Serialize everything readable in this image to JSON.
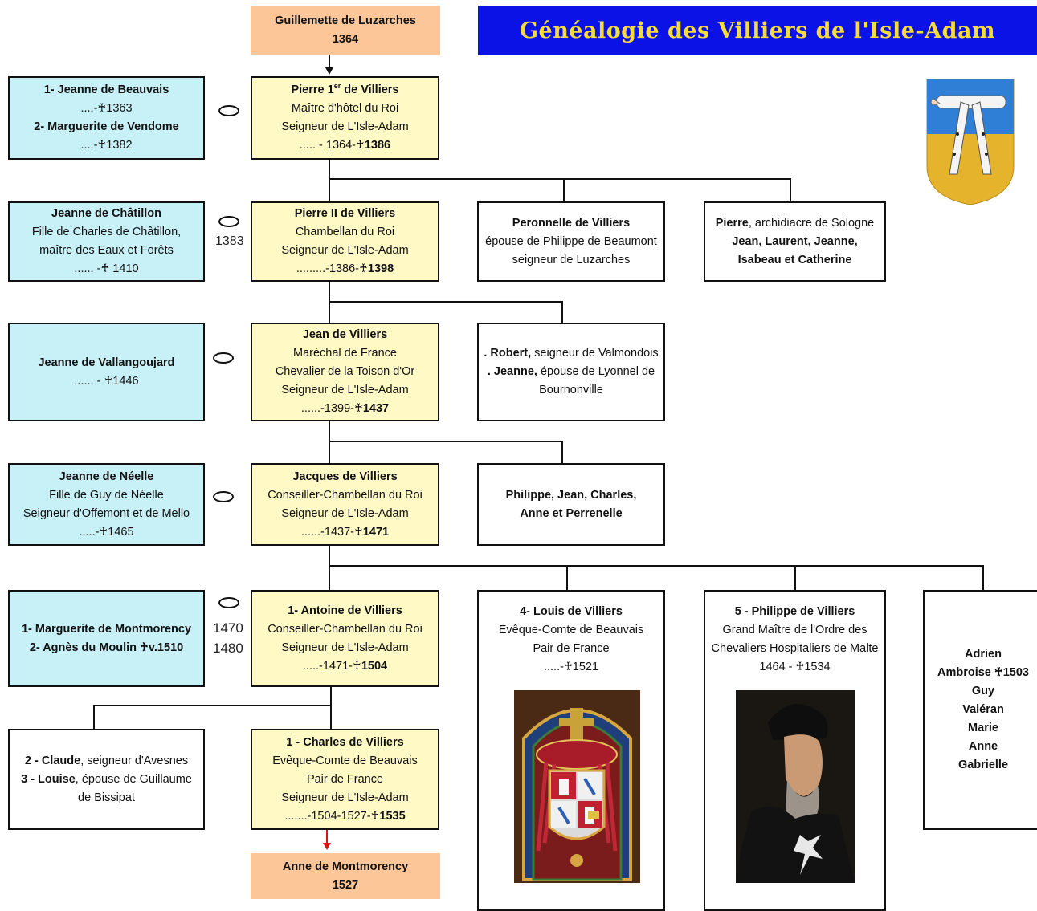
{
  "title": "Généalogie des Villiers de l'Isle-Adam",
  "top_ancestor": {
    "name": "Guillemette de Luzarches",
    "year": "1364"
  },
  "bottom_spouse": {
    "name": "Anne de Montmorency",
    "year": "1527"
  },
  "gen1": {
    "spouse": {
      "l1": "1- Jeanne de Beauvais",
      "l2": "....-♰1363",
      "l3": "2- Marguerite de Vendome",
      "l4": "....-♰1382"
    },
    "main": {
      "name_a": "Pierre 1",
      "name_sup": "er",
      "name_b": " de Villiers",
      "l2": "Maître d'hôtel du Roi",
      "l3": "Seigneur de L'Isle-Adam",
      "l4a": "..... - 1364-♰",
      "l4b": "1386"
    }
  },
  "gen2": {
    "spouse": {
      "l1": "Jeanne de Châtillon",
      "l2": "Fille de Charles de Châtillon,",
      "l3": "maître des Eaux et Forêts",
      "l4": "...... -♰ 1410"
    },
    "marriage_year": "1383",
    "main": {
      "l1": "Pierre II de Villiers",
      "l2": "Chambellan du Roi",
      "l3": "Seigneur de L'Isle-Adam",
      "l4a": ".........-1386-♰",
      "l4b": "1398"
    },
    "sib1": {
      "l1": "Peronnelle de Villiers",
      "l2": "épouse de Philippe de Beaumont",
      "l3": "seigneur de Luzarches"
    },
    "sib2": {
      "l1a": "Pierre",
      "l1b": ", archidiacre de Sologne",
      "l2": "Jean, Laurent, Jeanne,",
      "l3": "Isabeau et Catherine"
    }
  },
  "gen3": {
    "spouse": {
      "l1": "Jeanne de Vallangoujard",
      "l2": "...... - ♰1446"
    },
    "main": {
      "l1": "Jean de Villiers",
      "l2": "Maréchal de France",
      "l3": "Chevalier de la Toison d'Or",
      "l4": "Seigneur de L'Isle-Adam",
      "l5a": "......-1399-♰",
      "l5b": "1437"
    },
    "sib1": {
      "l1a": ". Robert,",
      "l1b": " seigneur de Valmondois",
      "l2a": ". Jeanne,",
      "l2b": " épouse de Lyonnel de",
      "l3": "Bournonville"
    }
  },
  "gen4": {
    "spouse": {
      "l1": "Jeanne de Néelle",
      "l2": "Fille de Guy de Néelle",
      "l3": "Seigneur d'Offemont et de Mello",
      "l4": ".....-♰1465"
    },
    "main": {
      "l1": "Jacques de Villiers",
      "l2": "Conseiller-Chambellan du Roi",
      "l3": "Seigneur de L'Isle-Adam",
      "l4a": "......-1437-♰",
      "l4b": "1471"
    },
    "sib1": {
      "l1": "Philippe, Jean, Charles,",
      "l2": "Anne et Perrenelle"
    }
  },
  "gen5": {
    "spouse": {
      "l1": "1- Marguerite de Montmorency",
      "l2": "2- Agnès du Moulin ♰v.1510"
    },
    "marriage_years": [
      "1470",
      "1480"
    ],
    "main": {
      "l1": "1- Antoine de Villiers",
      "l2": "Conseiller-Chambellan du Roi",
      "l3": "Seigneur de L'Isle-Adam",
      "l4a": ".....-1471-♰",
      "l4b": "1504"
    },
    "sib1": {
      "l1": "4- Louis de Villiers",
      "l2": "Evêque-Comte de Beauvais",
      "l3": "Pair de France",
      "l4": ".....-♰1521"
    },
    "sib2": {
      "l1": "5 - Philippe de Villiers",
      "l2": "Grand Maître de l'Ordre des",
      "l3": "Chevaliers Hospitaliers de Malte",
      "l4": "1464 - ♰1534"
    },
    "sib3": {
      "l1": "Adrien",
      "l2": "Ambroise ♰1503",
      "l3": "Guy",
      "l4": "Valéran",
      "l5": "Marie",
      "l6": "Anne",
      "l7": "Gabrielle"
    }
  },
  "gen6": {
    "sib1": {
      "l1a": "2 - Claude",
      "l1b": ", seigneur d'Avesnes",
      "l2a": "3 - Louise",
      "l2b": ", épouse de Guillaume",
      "l3": "de Bissipat"
    },
    "main": {
      "l1": "1 - Charles de Villiers",
      "l2": "Evêque-Comte de Beauvais",
      "l3": "Pair de France",
      "l4": "Seigneur de L'Isle-Adam",
      "l5a": ".......-1504-1527-♰",
      "l5b": "1535"
    }
  },
  "colors": {
    "spouse_box": "#c7f0f7",
    "main_box": "#fff9c6",
    "ancestor_box": "#fcc699",
    "banner": "#0a12e6",
    "banner_text": "#f5dc3c",
    "red_arrow": "#e01010"
  },
  "images": [
    "coat-of-arms",
    "stained-glass-arms",
    "portrait-grand-master"
  ]
}
